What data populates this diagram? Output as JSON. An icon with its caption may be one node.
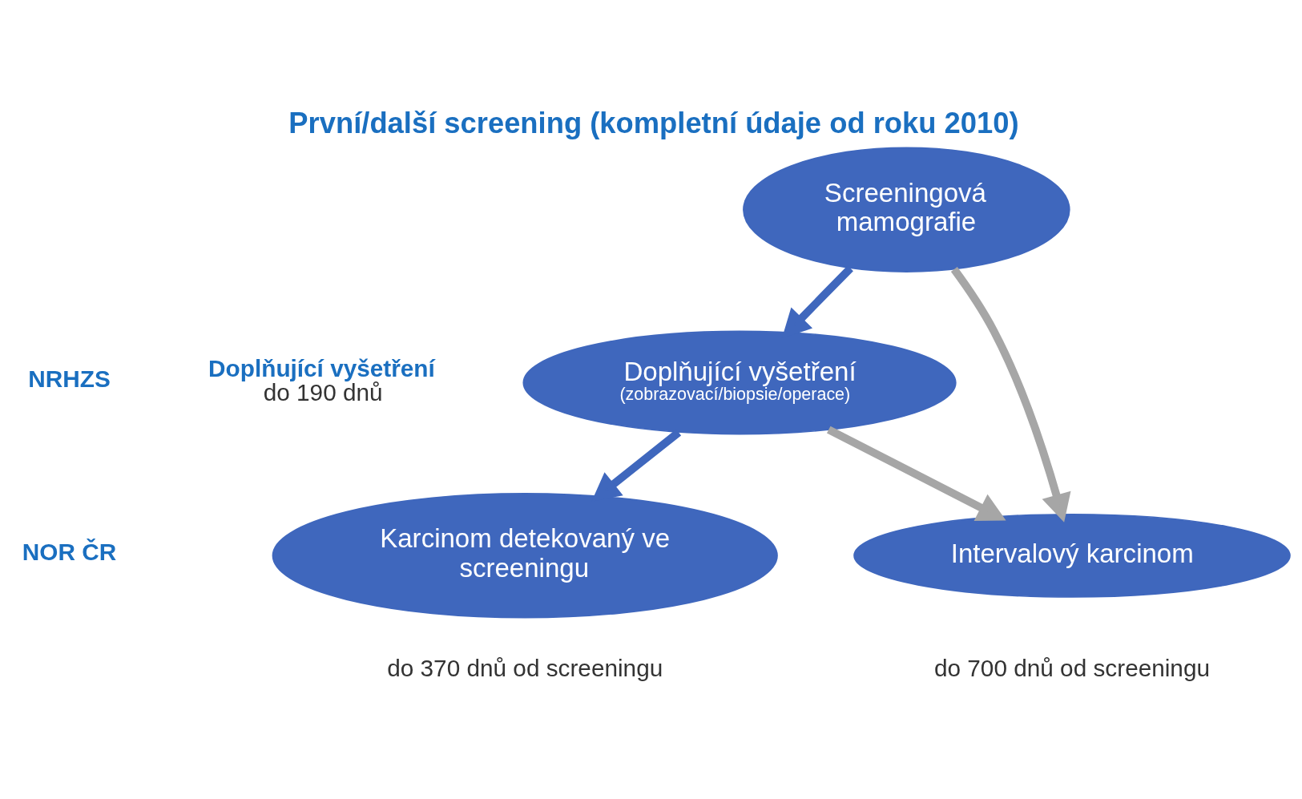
{
  "diagram": {
    "title": "První/další screening (kompletní údaje od roku 2010)",
    "nodes": [
      {
        "text": [
          "Screeningová mamografie"
        ]
      },
      {
        "text": [
          "Doplňující vyšetření",
          "(zobrazovací/biopsie/operace)"
        ]
      },
      {
        "text": [
          "Karcinom detekovaný ve screeningu"
        ],
        "beside": [
          "do 370 dnů od screeningu"
        ]
      },
      {
        "text": [
          "Intervalový karcinom"
        ],
        "beside": [
          "do 700 dnů od screeningu"
        ]
      }
    ],
    "edges": [
      {
        "from": 0,
        "to": 1,
        "arrow": "to"
      },
      {
        "from": 1,
        "to": 2,
        "arrow": "to"
      },
      {
        "from": 1,
        "to": 3,
        "arrow": "to",
        "color": "#a6a6a6"
      },
      {
        "from": 0,
        "to": 3,
        "arrow": "to",
        "color": "#a6a6a6"
      }
    ],
    "labels": [
      "NRHZS",
      "Doplňující vyšetření",
      "do 190 dnů",
      "NOR ČR"
    ]
  }
}
